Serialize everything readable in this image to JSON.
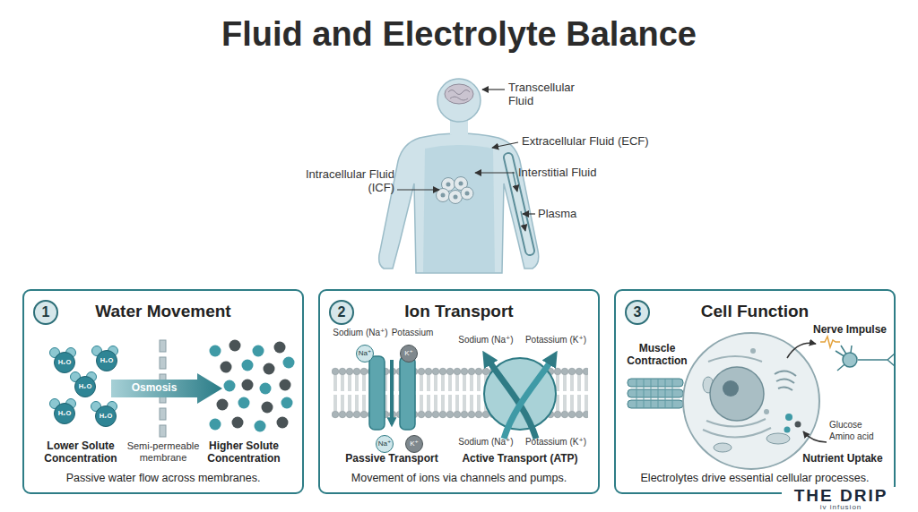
{
  "diagram": {
    "title": "Fluid and Electrolyte Balance",
    "nodes": [
      {
        "text": [
          "Water Movement",
          "Passive water flow across membranes."
        ]
      },
      {
        "text": [
          "1"
        ],
        "in": 0
      },
      {
        "text": [
          "H₂O"
        ],
        "in": 0
      },
      {
        "text": [
          "H₂O"
        ],
        "in": 0
      },
      {
        "text": [
          "H₂O"
        ],
        "in": 0
      },
      {
        "text": [
          "H₂O"
        ],
        "in": 0
      },
      {
        "text": [
          "H₂O"
        ],
        "in": 0
      },
      {
        "text": [
          "Osmosis"
        ],
        "in": 0
      },
      {
        "text": [
          "Ion Transport",
          "Movement of ions via channels and pumps."
        ]
      },
      {
        "text": [
          "2"
        ],
        "in": 8
      },
      {
        "text": [
          "Na⁺"
        ],
        "in": 8
      },
      {
        "text": [
          "K⁺"
        ],
        "in": 8
      },
      {
        "text": [
          "Na⁺"
        ],
        "in": 8
      },
      {
        "text": [
          "K⁺"
        ],
        "in": 8
      },
      {
        "text": [
          "Cell Function",
          "Electrolytes drive essential cellular processes."
        ]
      },
      {
        "text": [
          "3"
        ],
        "in": 14
      }
    ],
    "labels": [
      "Transcellular Fluid",
      "Extracellular Fluid (ECF)",
      "Interstitial Fluid",
      "Intracellular Fluid (ICF)",
      "Plasma",
      "Lower Solute Concentration",
      "Semi-permeable membrane",
      "Higher Solute Concentration",
      "Sodium (Na⁺)",
      "Potassium",
      "Sodium (Na⁺)",
      "Potassium (K⁺)",
      "Sodium (Na⁺)",
      "Potassium (K⁺)",
      "Passive Transport",
      "Active Transport (ATP)",
      "Muscle Contraction",
      "Nerve Impulse",
      "Glucose",
      "Amino acid",
      "Nutrient Uptake",
      "THE DRIP",
      "iv infusion"
    ]
  }
}
